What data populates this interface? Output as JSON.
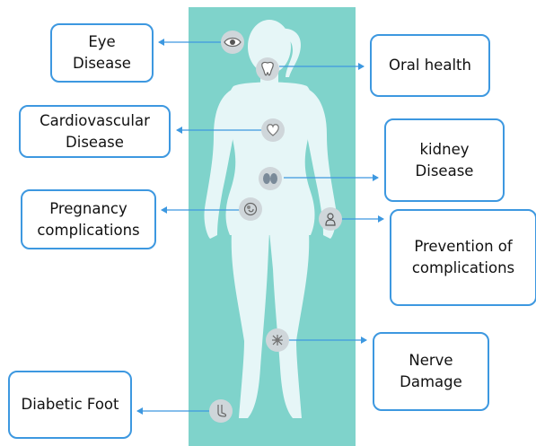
{
  "title": "",
  "center": {
    "panel_color": "#7fd3cb",
    "silhouette_color": "#e6f6f7"
  },
  "accent_color": "#3d98e0",
  "conditions": [
    {
      "id": "eye",
      "label": "Eye\nDisease",
      "icon": "eye-icon"
    },
    {
      "id": "oral",
      "label": "Oral health",
      "icon": "tooth-icon"
    },
    {
      "id": "cardio",
      "label": "Cardiovascular\nDisease",
      "icon": "heart-icon"
    },
    {
      "id": "kidney",
      "label": "kidney\nDisease",
      "icon": "kidney-icon"
    },
    {
      "id": "pregnancy",
      "label": "Pregnancy\ncomplications",
      "icon": "fetus-icon"
    },
    {
      "id": "prevention",
      "label": "Prevention of\ncomplications",
      "icon": "doctor-icon"
    },
    {
      "id": "nerve",
      "label": "Nerve\nDamage",
      "icon": "nerve-icon"
    },
    {
      "id": "foot",
      "label": "Diabetic Foot",
      "icon": "foot-icon"
    }
  ]
}
